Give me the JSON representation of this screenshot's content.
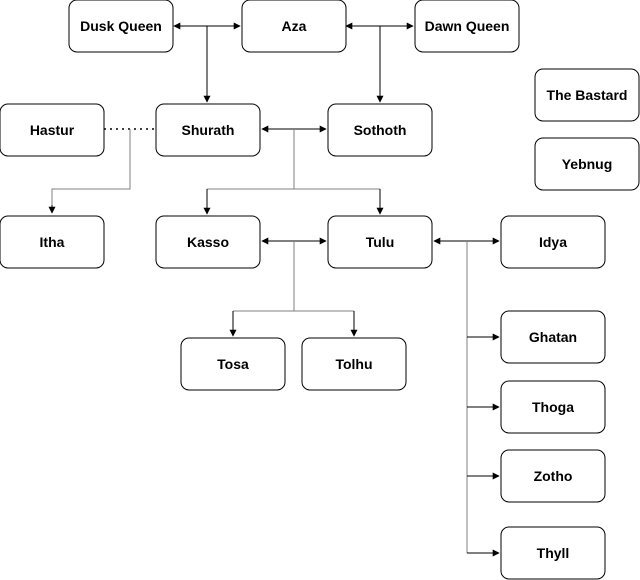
{
  "nodes": [
    {
      "id": "dusk-queen",
      "label": "Dusk Queen"
    },
    {
      "id": "aza",
      "label": "Aza"
    },
    {
      "id": "dawn-queen",
      "label": "Dawn Queen"
    },
    {
      "id": "the-bastard",
      "label": "The Bastard"
    },
    {
      "id": "yebnug",
      "label": "Yebnug"
    },
    {
      "id": "hastur",
      "label": "Hastur"
    },
    {
      "id": "shurath",
      "label": "Shurath"
    },
    {
      "id": "sothoth",
      "label": "Sothoth"
    },
    {
      "id": "itha",
      "label": "Itha"
    },
    {
      "id": "kasso",
      "label": "Kasso"
    },
    {
      "id": "tulu",
      "label": "Tulu"
    },
    {
      "id": "idya",
      "label": "Idya"
    },
    {
      "id": "tosa",
      "label": "Tosa"
    },
    {
      "id": "tolhu",
      "label": "Tolhu"
    },
    {
      "id": "ghatan",
      "label": "Ghatan"
    },
    {
      "id": "thoga",
      "label": "Thoga"
    },
    {
      "id": "zotho",
      "label": "Zotho"
    },
    {
      "id": "thyll",
      "label": "Thyll"
    }
  ],
  "edges": [
    {
      "from": "dusk-queen",
      "to": "aza",
      "type": "bidirectional"
    },
    {
      "from": "aza",
      "to": "dawn-queen",
      "type": "bidirectional"
    },
    {
      "from": "dusk-queen+aza",
      "to": "shurath",
      "type": "child"
    },
    {
      "from": "aza+dawn-queen",
      "to": "sothoth",
      "type": "child"
    },
    {
      "from": "hastur",
      "to": "shurath",
      "type": "dotted"
    },
    {
      "from": "hastur+shurath",
      "to": "itha",
      "type": "child"
    },
    {
      "from": "shurath",
      "to": "sothoth",
      "type": "bidirectional"
    },
    {
      "from": "shurath+sothoth",
      "to": "kasso",
      "type": "child"
    },
    {
      "from": "shurath+sothoth",
      "to": "tulu",
      "type": "child"
    },
    {
      "from": "kasso",
      "to": "tulu",
      "type": "bidirectional"
    },
    {
      "from": "tulu",
      "to": "idya",
      "type": "bidirectional"
    },
    {
      "from": "kasso+tulu",
      "to": "tosa",
      "type": "child"
    },
    {
      "from": "kasso+tulu",
      "to": "tolhu",
      "type": "child"
    },
    {
      "from": "tulu+idya",
      "to": "ghatan",
      "type": "child"
    },
    {
      "from": "tulu+idya",
      "to": "thoga",
      "type": "child"
    },
    {
      "from": "tulu+idya",
      "to": "zotho",
      "type": "child"
    },
    {
      "from": "tulu+idya",
      "to": "thyll",
      "type": "child"
    }
  ]
}
